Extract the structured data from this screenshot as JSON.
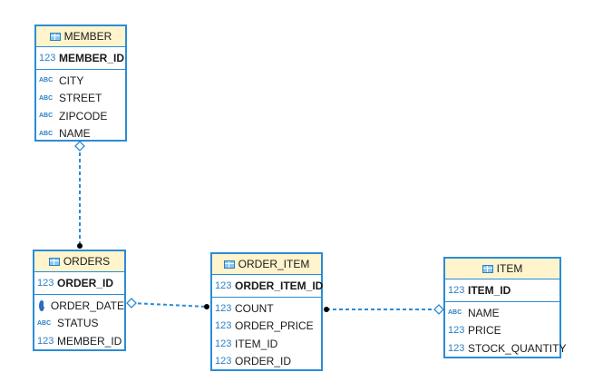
{
  "entities": {
    "member": {
      "name": "MEMBER",
      "pk": {
        "type": "123",
        "name": "MEMBER_ID"
      },
      "columns": [
        {
          "type": "ABC",
          "name": "CITY"
        },
        {
          "type": "ABC",
          "name": "STREET"
        },
        {
          "type": "ABC",
          "name": "ZIPCODE"
        },
        {
          "type": "ABC",
          "name": "NAME"
        }
      ]
    },
    "orders": {
      "name": "ORDERS",
      "pk": {
        "type": "123",
        "name": "ORDER_ID"
      },
      "columns": [
        {
          "type": "clock-icon",
          "name": "ORDER_DATE"
        },
        {
          "type": "ABC",
          "name": "STATUS"
        },
        {
          "type": "123",
          "name": "MEMBER_ID"
        }
      ]
    },
    "order_item": {
      "name": "ORDER_ITEM",
      "pk": {
        "type": "123",
        "name": "ORDER_ITEM_ID"
      },
      "columns": [
        {
          "type": "123",
          "name": "COUNT"
        },
        {
          "type": "123",
          "name": "ORDER_PRICE"
        },
        {
          "type": "123",
          "name": "ITEM_ID"
        },
        {
          "type": "123",
          "name": "ORDER_ID"
        }
      ]
    },
    "item": {
      "name": "ITEM",
      "pk": {
        "type": "123",
        "name": "ITEM_ID"
      },
      "columns": [
        {
          "type": "ABC",
          "name": "NAME"
        },
        {
          "type": "123",
          "name": "PRICE"
        },
        {
          "type": "123",
          "name": "STOCK_QUANTITY"
        }
      ]
    }
  },
  "relationships": [
    {
      "from": "member",
      "to": "orders",
      "from_end": "diamond",
      "to_end": "dot"
    },
    {
      "from": "orders",
      "to": "order_item",
      "from_end": "diamond",
      "to_end": "dot"
    },
    {
      "from": "order_item",
      "to": "item",
      "from_end": "dot",
      "to_end": "diamond"
    }
  ],
  "colors": {
    "border": "#2b8cd6",
    "header": "#fff4cc",
    "type_icon": "#2b7fc4",
    "relation_line": "#2b8cd6"
  }
}
